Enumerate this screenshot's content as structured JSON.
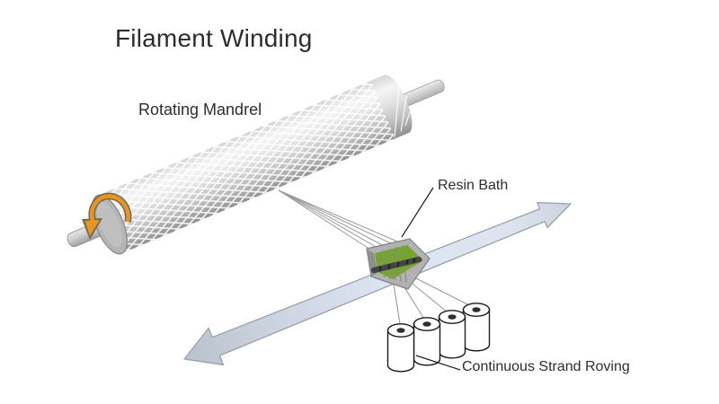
{
  "title": "Filament Winding",
  "labels": {
    "mandrel": "Rotating Mandrel",
    "resin_bath": "Resin Bath",
    "roving": "Continuous Strand Roving"
  },
  "colors": {
    "background": "#ffffff",
    "text": "#2d2d2d",
    "resin_green": "#76a52c",
    "rotation_orange": "#e8941e",
    "rotation_outline": "#6b6b57",
    "arrow_fill_light": "#dde6f2",
    "arrow_fill_dark": "#b9c2cc",
    "arrow_stroke": "#99a1ab",
    "tray_gray": "#b2b2b2",
    "tray_wall_gray": "#8f8f8f",
    "roller_dark": "#454545",
    "strand_gray": "#999999",
    "leader_black": "#1f1f1f",
    "spool_outline": "#1c1c1c",
    "spool_fill": "#ffffff"
  },
  "diagram": {
    "spool_count": 4,
    "strand_count": 5,
    "parts": [
      "rotating-mandrel",
      "rotation-direction-arrow",
      "fiber-strands",
      "carriage-travel-arrow",
      "resin-bath",
      "roller-bar",
      "roving-spools"
    ]
  }
}
